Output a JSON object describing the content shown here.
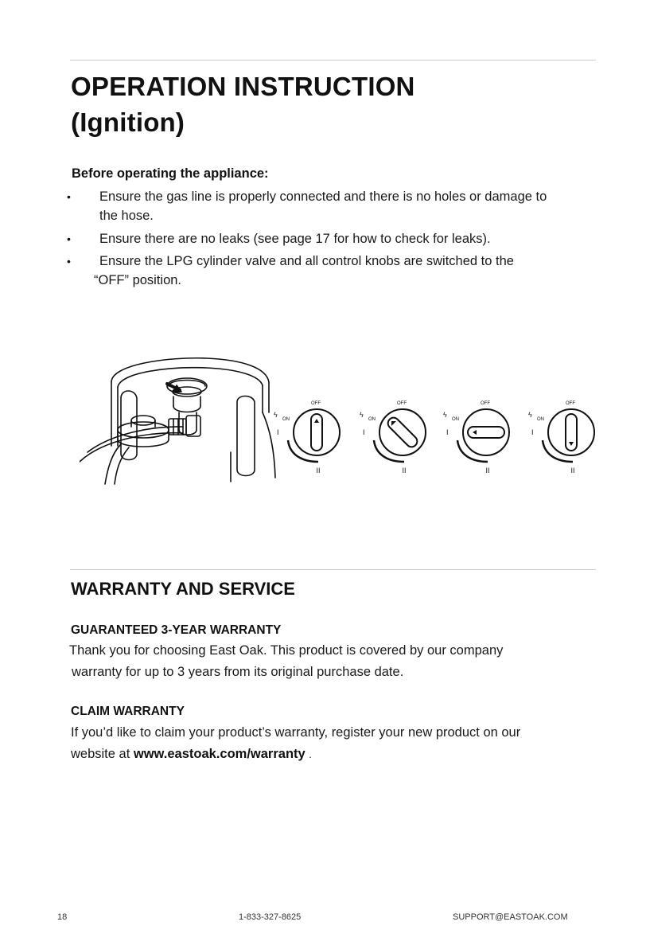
{
  "heading": {
    "line1": "OPERATION INSTRUCTION",
    "line2": "(Ignition)"
  },
  "before_operating": {
    "title": "Before operating the appliance:",
    "bullet_symbol": "•",
    "items": [
      {
        "line1": "Ensure the gas line is properly connected and there is no holes or damage to",
        "line2": "the hose."
      },
      {
        "line1": "Ensure there are no leaks (see page 17 for how to check for leaks).",
        "line2": ""
      },
      {
        "line1": "Ensure the LPG cylinder valve and all control knobs are switched to the",
        "line2": "“OFF” position."
      }
    ]
  },
  "knob_labels": {
    "off": "OFF",
    "on": "ON",
    "position_one": "I",
    "position_two": "II",
    "spark_symbol": "ϟ"
  },
  "warranty": {
    "title": "WARRANTY AND SERVICE",
    "guarantee_title": "GUARANTEED 3-YEAR WARRANTY",
    "guarantee_line1": "Thank you for choosing East Oak. This product is covered by our company",
    "guarantee_line2": "warranty for up to 3 years from its original purchase date.",
    "claim_title": "CLAIM WARRANTY",
    "claim_line1": "If you’d like to claim your product’s warranty, register your new product on our",
    "claim_line2_prefix": "website at",
    "claim_link": "www.eastoak.com/warranty",
    "claim_line2_suffix": "."
  },
  "footer": {
    "page_number": "18",
    "phone": "1-833-327-8625",
    "email": "SUPPORT@EASTOAK.COM"
  }
}
